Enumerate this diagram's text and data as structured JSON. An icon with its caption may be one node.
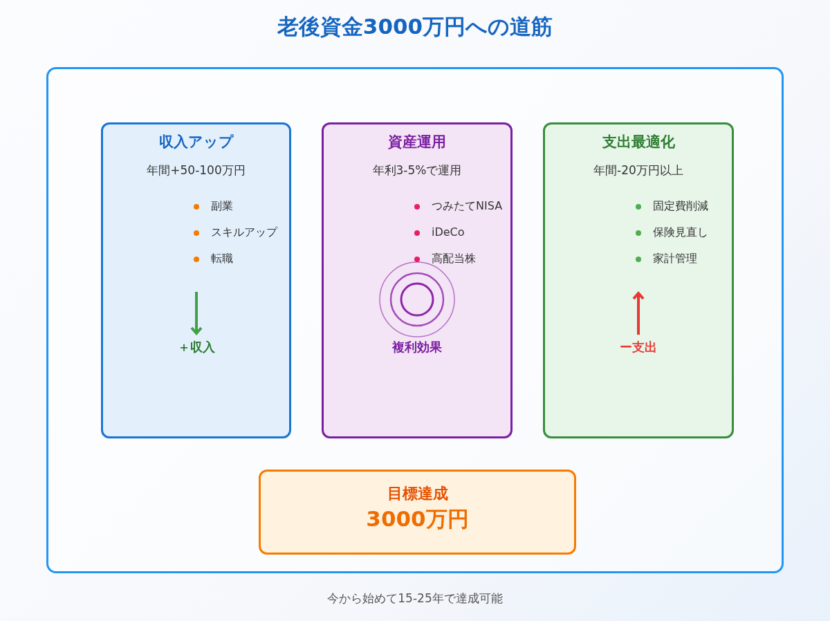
{
  "diagram": {
    "title": "老後資金3000万円への道筋",
    "caption": "今から始めて15-25年で達成可能",
    "nodes": [
      {
        "text": [],
        "shape": "box"
      },
      {
        "text": [
          "収入アップ",
          "年間+50-100万円",
          "副業",
          "スキルアップ",
          "転職",
          "＋収入"
        ],
        "in": 0
      },
      {
        "text": [
          "資産運用",
          "年利3-5%で運用",
          "つみたてNISA",
          "iDeCo",
          "高配当株",
          "複利効果"
        ],
        "in": 0
      },
      {
        "text": [
          "支出最適化",
          "年間-20万円以上",
          "固定費削減",
          "保険見直し",
          "家計管理",
          "ー支出"
        ],
        "in": 0
      },
      {
        "text": [
          "目標達成",
          "3000万円"
        ],
        "in": 0
      }
    ]
  }
}
